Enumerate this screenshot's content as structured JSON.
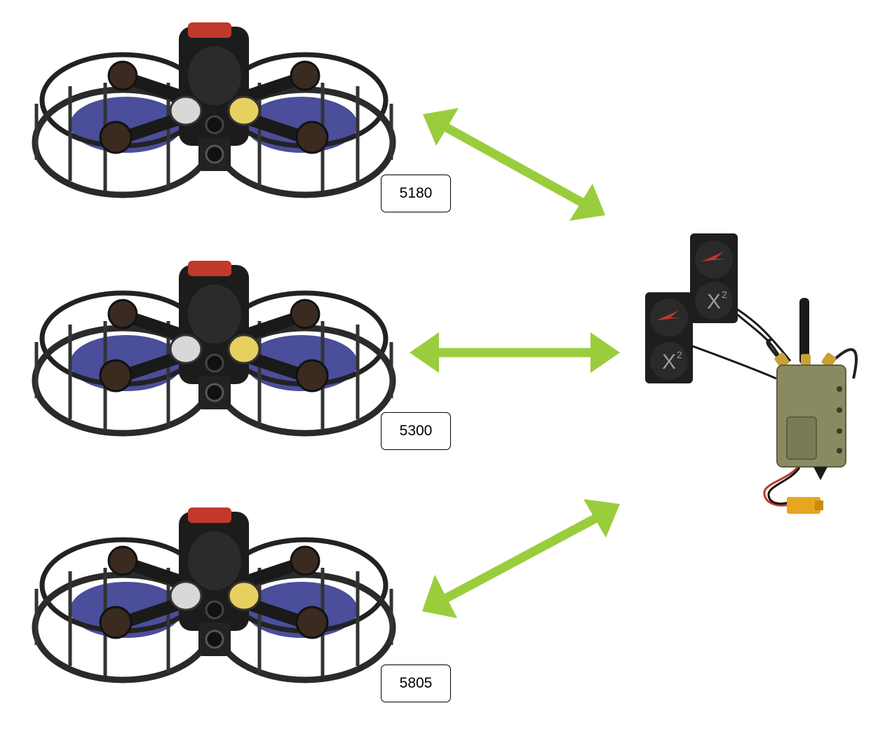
{
  "colors": {
    "arrow": "#9ACD3C",
    "label_border": "#000000"
  },
  "drones": [
    {
      "frequency": "5180"
    },
    {
      "frequency": "5300"
    },
    {
      "frequency": "5805"
    }
  ],
  "ground_station": {
    "antenna_brand_text": "X",
    "antenna_brand_sup": "2"
  }
}
